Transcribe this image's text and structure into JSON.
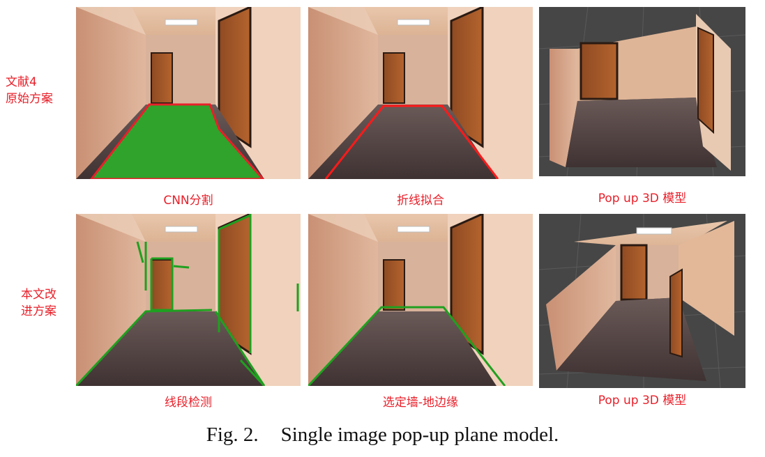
{
  "row_labels": {
    "top": {
      "line1": "文献4",
      "line2": "原始方案"
    },
    "bottom": {
      "line1": "本文改",
      "line2": "进方案"
    }
  },
  "captions": {
    "cnn": "CNN分割",
    "polyline": "折线拟合",
    "popup_top": "Pop up 3D 模型",
    "line_detect": "线段检测",
    "wall_floor": "选定墙-地边缘",
    "popup_bottom": "Pop up 3D 模型"
  },
  "figure_caption": {
    "number": "Fig. 2.",
    "text": "Single image pop-up plane model."
  },
  "colors": {
    "label_red": "#e8202a",
    "seg_green": "#2fa32b",
    "edge_red": "#ff1a1a",
    "line_green": "#1fa020"
  }
}
